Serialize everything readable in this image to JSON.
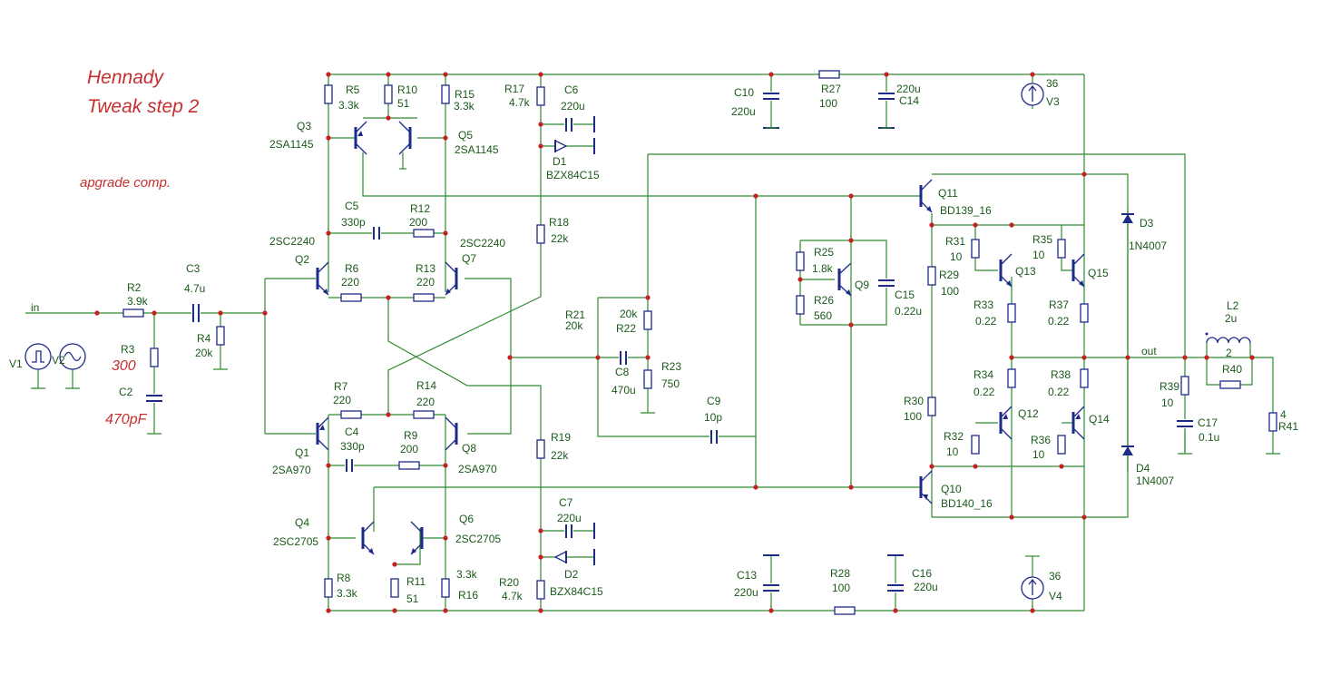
{
  "title": "Hennady",
  "subtitle": "Tweak  step 2",
  "note": "apgrade comp.",
  "colors": {
    "wire": "#2f8a2f",
    "component": "#1e2a8a",
    "junction": "#c82020",
    "label": "#1a5a1a",
    "handwriting": "#c62f2f"
  },
  "nets": {
    "in": "in",
    "out": "out"
  },
  "components": {
    "V1": "V1",
    "V2": "V2",
    "R2": "R2",
    "R2v": "3.9k",
    "C3": "C3",
    "C3v": "4.7u",
    "R4": "R4",
    "R4v": "20k",
    "R3": "R3",
    "R3v": "300",
    "C2": "C2",
    "C2v": "470pF",
    "R5": "R5",
    "R5v": "3.3k",
    "R10": "R10",
    "R10v": "51",
    "R15": "R15",
    "R15v": "3.3k",
    "Q3": "Q3",
    "Q3t": "2SA1145",
    "Q5": "Q5",
    "Q5t": "2SA1145",
    "C5": "C5",
    "C5v": "330p",
    "R12": "R12",
    "R12v": "200",
    "Q2t": "2SC2240",
    "Q2": "Q2",
    "Q7t": "2SC2240",
    "Q7": "Q7",
    "R6": "R6",
    "R6v": "220",
    "R13": "R13",
    "R13v": "220",
    "R7": "R7",
    "R7v": "220",
    "R14": "R14",
    "R14v": "220",
    "C4": "C4",
    "C4v": "330p",
    "R9": "R9",
    "R9v": "200",
    "Q1": "Q1",
    "Q1t": "2SA970",
    "Q8": "Q8",
    "Q8t": "2SA970",
    "Q4": "Q4",
    "Q4t": "2SC2705",
    "Q6": "Q6",
    "Q6t": "2SC2705",
    "R8": "R8",
    "R8v": "3.3k",
    "R11": "R11",
    "R11v": "51",
    "R16": "R16",
    "R16v": "3.3k",
    "R17": "R17",
    "R17v": "4.7k",
    "C6": "C6",
    "C6v": "220u",
    "D1": "D1",
    "D1t": "BZX84C15",
    "R18": "R18",
    "R18v": "22k",
    "R19": "R19",
    "R19v": "22k",
    "C7": "C7",
    "C7v": "220u",
    "D2": "D2",
    "D2t": "BZX84C15",
    "R20": "R20",
    "R20v": "4.7k",
    "R21": "R21",
    "R21v": "20k",
    "R22": "R22",
    "R22v": "20k",
    "C8": "C8",
    "C8v": "470u",
    "R23": "R23",
    "R23v": "750",
    "C9": "C9",
    "C9v": "10p",
    "C10": "C10",
    "C10v": "220u",
    "R27": "R27",
    "R27v": "100",
    "C14": "C14",
    "C14v": "220u",
    "V3": "V3",
    "V3v": "36",
    "C13": "C13",
    "C13v": "220u",
    "R28": "R28",
    "R28v": "100",
    "C16": "C16",
    "C16v": "220u",
    "V4": "V4",
    "V4v": "36",
    "R25": "R25",
    "R25v": "1.8k",
    "R26": "R26",
    "R26v": "560",
    "Q9": "Q9",
    "C15": "C15",
    "C15v": "0.22u",
    "Q11": "Q11",
    "Q11t": "BD139_16",
    "Q10": "Q10",
    "Q10t": "BD140_16",
    "R29": "R29",
    "R29v": "100",
    "R30": "R30",
    "R30v": "100",
    "R31": "R31",
    "R31v": "10",
    "R35": "R35",
    "R35v": "10",
    "Q13": "Q13",
    "Q15": "Q15",
    "R33": "R33",
    "R33v": "0.22",
    "R37": "R37",
    "R37v": "0.22",
    "R34": "R34",
    "R34v": "0.22",
    "R38": "R38",
    "R38v": "0.22",
    "Q12": "Q12",
    "Q14": "Q14",
    "R32": "R32",
    "R32v": "10",
    "R36": "R36",
    "R36v": "10",
    "D3": "D3",
    "D3t": "1N4007",
    "D4": "D4",
    "D4t": "1N4007",
    "L2": "L2",
    "L2v": "2u",
    "R40": "R40",
    "R40v": "2",
    "R39": "R39",
    "R39v": "10",
    "C17": "C17",
    "C17v": "0.1u",
    "R41": "R41",
    "R41v": "4"
  }
}
